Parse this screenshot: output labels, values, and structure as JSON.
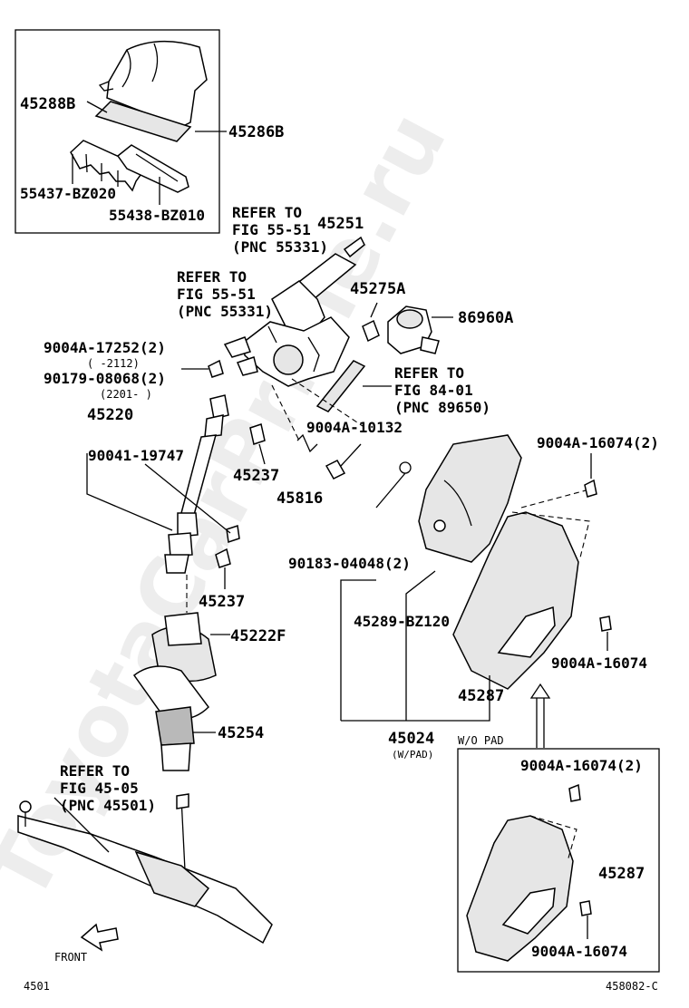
{
  "watermark": "ToyotaCarPrime.ru",
  "labels": {
    "p45288B": "45288B",
    "p45286B": "45286B",
    "p55437": "55437-BZ020",
    "p55438": "55438-BZ010",
    "ref_a_1": "REFER TO",
    "ref_a_2": "FIG 55-51",
    "ref_a_3": "(PNC 55331)",
    "p45251": "45251",
    "ref_b_1": "REFER TO",
    "ref_b_2": "FIG 55-51",
    "ref_b_3": "(PNC 55331)",
    "p45275A": "45275A",
    "p86960A": "86960A",
    "p9004A_17252": "9004A-17252(2)",
    "date_2112": "( -2112)",
    "p90179": "90179-08068(2)",
    "date_2201": "(2201- )",
    "ref_c_1": "REFER TO",
    "ref_c_2": "FIG 84-01",
    "ref_c_3": "(PNC 89650)",
    "p45220": "45220",
    "p9004A_10132": "9004A-10132",
    "p90041": "90041-19747",
    "p45237_a": "45237",
    "p45816": "45816",
    "p9004A_16074_2a": "9004A-16074(2)",
    "p90183": "90183-04048(2)",
    "p45237_b": "45237",
    "p45289": "45289-BZ120",
    "p45222F": "45222F",
    "p9004A_16074_a": "9004A-16074",
    "p45287_a": "45287",
    "p45254": "45254",
    "p45024": "45024",
    "wpad": "(W/PAD)",
    "wopad": "W/O PAD",
    "ref_d_1": "REFER TO",
    "ref_d_2": "FIG 45-05",
    "ref_d_3": "(PNC 45501)",
    "p9004A_16074_2b": "9004A-16074(2)",
    "p45287_b": "45287",
    "p9004A_16074_b": "9004A-16074",
    "front": "FRONT",
    "code_left": "4501",
    "code_right": "458082-C"
  }
}
